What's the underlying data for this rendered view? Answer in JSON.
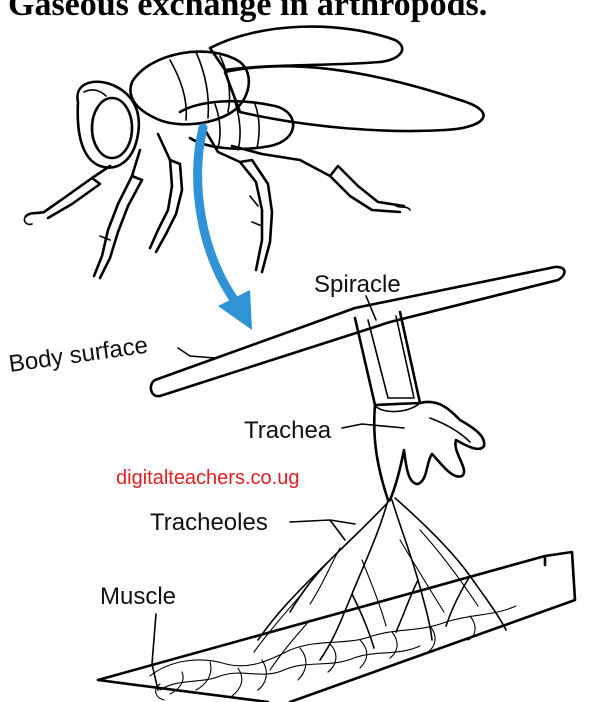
{
  "title": "Gaseous exchange in arthropods.",
  "labels": {
    "spiracle": "Spiracle",
    "body_surface": "Body surface",
    "trachea": "Trachea",
    "tracheoles": "Tracheoles",
    "muscle": "Muscle"
  },
  "watermark": "digitalteachers.co.ug",
  "colors": {
    "arrow": "#2f93d6",
    "watermark": "#e02020",
    "ink": "#000000"
  }
}
